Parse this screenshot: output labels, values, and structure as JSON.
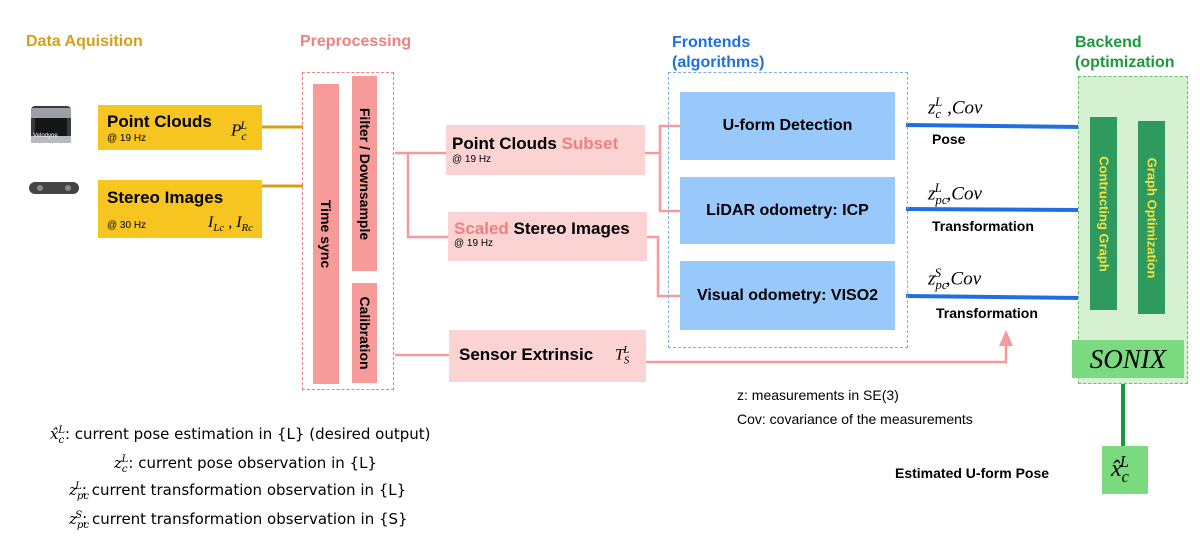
{
  "stages": {
    "data": "Data Aquisition",
    "pre": "Preprocessing",
    "front_1": "Frontends",
    "front_2": "(algorithms)",
    "back_1": "Backend",
    "back_2": "(optimization"
  },
  "acq": {
    "pc_title": "Point Clouds",
    "pc_rate": "@ 19 Hz",
    "stereo_title": "Stereo Images",
    "stereo_rate": "@ 30 Hz",
    "lidar_brand": "Velodyne"
  },
  "pre": {
    "time_sync": "Time sync",
    "filter": "Filter / Downsample",
    "calibration": "Calibration"
  },
  "mid": {
    "pc_subset_a": "Point Clouds",
    "pc_subset_b": "Subset",
    "pc_rate": "@ 19 Hz",
    "scaled_a": "Scaled",
    "scaled_b": "Stereo Images",
    "scaled_rate": "@ 19 Hz",
    "extrinsic": "Sensor Extrinsic"
  },
  "front": {
    "uform": "U-form Detection",
    "icp": "LiDAR odometry: ICP",
    "viso": "Visual odometry: VISO2"
  },
  "edges": {
    "pose": "Pose",
    "trans1": "Transformation",
    "trans2": "Transformation"
  },
  "back": {
    "graph_build": "Contructing Graph",
    "graph_opt": "Graph Optimization",
    "sonix": "SONIX"
  },
  "notes": {
    "z": "z: measurements in SE(3)",
    "cov": "Cov: covariance of the measurements"
  },
  "output": {
    "label": "Estimated U-form Pose"
  },
  "legend": [
    {
      "text": ": current pose estimation in {L} (desired output)"
    },
    {
      "text": ": current pose observation in {L}"
    },
    {
      "text": ": current transformation observation in {L}"
    },
    {
      "text": ": current transformation observation in {S}"
    }
  ],
  "colors": {
    "gold": "#f7c520",
    "pink": "#fbd3d3",
    "bar": "#f79a9a",
    "blue_box": "#99c9fb",
    "blue_line": "#1f6fe0",
    "green": "#1a9a3a",
    "green_bar": "#2e9a5e"
  }
}
